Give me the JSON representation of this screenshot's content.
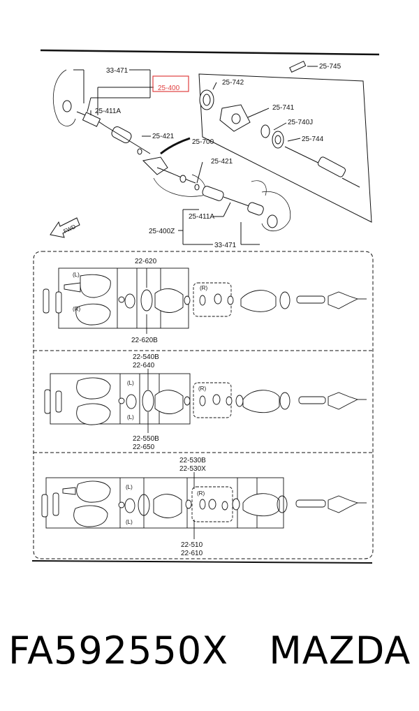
{
  "callouts": {
    "c_33471_top": "33-471",
    "c_25400_highlight": "25-400",
    "c_25411A_top": "25-411A",
    "c_25421_a": "25-421",
    "c_25700": "25-700",
    "c_25421_b": "25-421",
    "c_25742": "25-742",
    "c_25745": "25-745",
    "c_25741": "25-741",
    "c_25740J": "25-740J",
    "c_25744": "25-744",
    "c_25411A_bot": "25-411A",
    "c_25400Z": "25-400Z",
    "c_33471_bot": "33-471",
    "fwd": "FWD"
  },
  "panel1": {
    "top_label": "22-620",
    "bottom_label": "22-620B",
    "left_tag": "(L)",
    "right_tag": "(R)",
    "mid_tag": "(R)"
  },
  "panel2": {
    "top_label_1": "22-540B",
    "top_label_2": "22-640",
    "bottom_label_1": "22-550B",
    "bottom_label_2": "22-650",
    "tag_l1": "(L)",
    "tag_l2": "(L)",
    "tag_r": "(R)"
  },
  "panel3": {
    "top_label_1": "22-530B",
    "top_label_2": "22-530X",
    "bottom_label_1": "22-510",
    "bottom_label_2": "22-610",
    "tag_l1": "(L)",
    "tag_l2": "(L)",
    "tag_r": "(R)"
  },
  "caption": {
    "part_number": "FA592550X",
    "brand": "MAZDA"
  },
  "colors": {
    "highlight": "#e04040",
    "line": "#111111"
  }
}
